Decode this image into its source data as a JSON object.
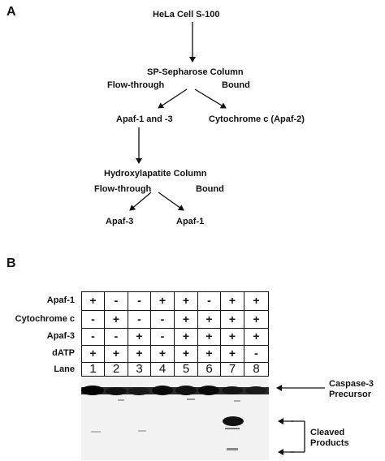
{
  "panel_a": {
    "label": "A",
    "source": "HeLa Cell S-100",
    "column1": "SP-Sepharose Column",
    "flow_through_1": "Flow-through",
    "bound_1": "Bound",
    "product_left_1": "Apaf-1 and -3",
    "product_right_1": "Cytochrome c (Apaf-2)",
    "column2": "Hydroxylapatite Column",
    "flow_through_2": "Flow-through",
    "bound_2": "Bound",
    "product_left_2": "Apaf-3",
    "product_right_2": "Apaf-1"
  },
  "panel_b": {
    "label": "B",
    "rows": [
      {
        "name": "Apaf-1",
        "values": [
          "+",
          "-",
          "-",
          "+",
          "+",
          "-",
          "+",
          "+"
        ]
      },
      {
        "name": "Cytochrome c",
        "values": [
          "-",
          "+",
          "-",
          "-",
          "+",
          "+",
          "+",
          "+"
        ]
      },
      {
        "name": "Apaf-3",
        "values": [
          "-",
          "-",
          "+",
          "-",
          "+",
          "+",
          "+",
          "+"
        ]
      },
      {
        "name": "dATP",
        "values": [
          "+",
          "+",
          "+",
          "+",
          "+",
          "+",
          "+",
          "-"
        ]
      }
    ],
    "lane_label": "Lane",
    "lanes": [
      "1",
      "2",
      "3",
      "4",
      "5",
      "6",
      "7",
      "8"
    ],
    "precursor_line1": "Caspase-3",
    "precursor_line2": "Precursor",
    "cleaved_line1": "Cleaved",
    "cleaved_line2": "Products"
  }
}
